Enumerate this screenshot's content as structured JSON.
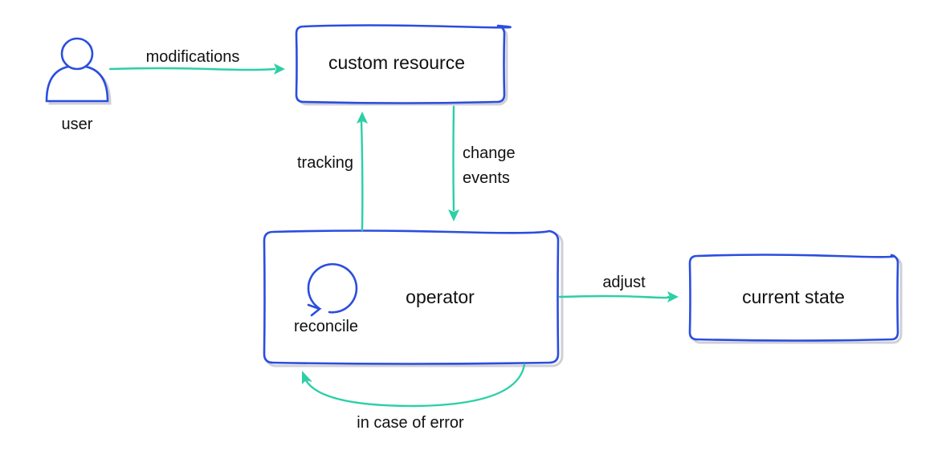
{
  "nodes": {
    "user": {
      "label": "user"
    },
    "custom_resource": {
      "label": "custom resource"
    },
    "operator": {
      "label": "operator",
      "reconcile_label": "reconcile"
    },
    "current_state": {
      "label": "current state"
    }
  },
  "edges": {
    "modifications": {
      "label": "modifications"
    },
    "tracking": {
      "label": "tracking"
    },
    "change_events": {
      "line1": "change",
      "line2": "events"
    },
    "adjust": {
      "label": "adjust"
    },
    "error": {
      "label": "in case of error"
    }
  },
  "colors": {
    "box_stroke": "#2b4de0",
    "arrow": "#2ccfa6",
    "text": "#111111"
  },
  "icons": {
    "user": "user-icon",
    "reconcile": "reconcile-loop-icon"
  }
}
